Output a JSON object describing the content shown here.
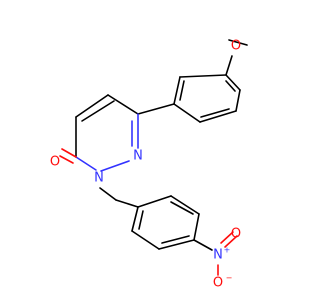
{
  "molecule": {
    "colors": {
      "carbon_bond": "#000000",
      "nitrogen": "#3333ff",
      "oxygen": "#ff0d0d",
      "background": "#ffffff"
    },
    "atoms": {
      "methoxy_oxygen": "O",
      "carbonyl_oxygen": "O",
      "ring_nitrogen_1": "N",
      "ring_nitrogen_2": "N",
      "nitro_nitrogen": "N",
      "nitro_nitrogen_charge": "+",
      "nitro_oxygen_double": "O",
      "nitro_oxygen_single": "O",
      "nitro_oxygen_single_charge": "−"
    }
  }
}
